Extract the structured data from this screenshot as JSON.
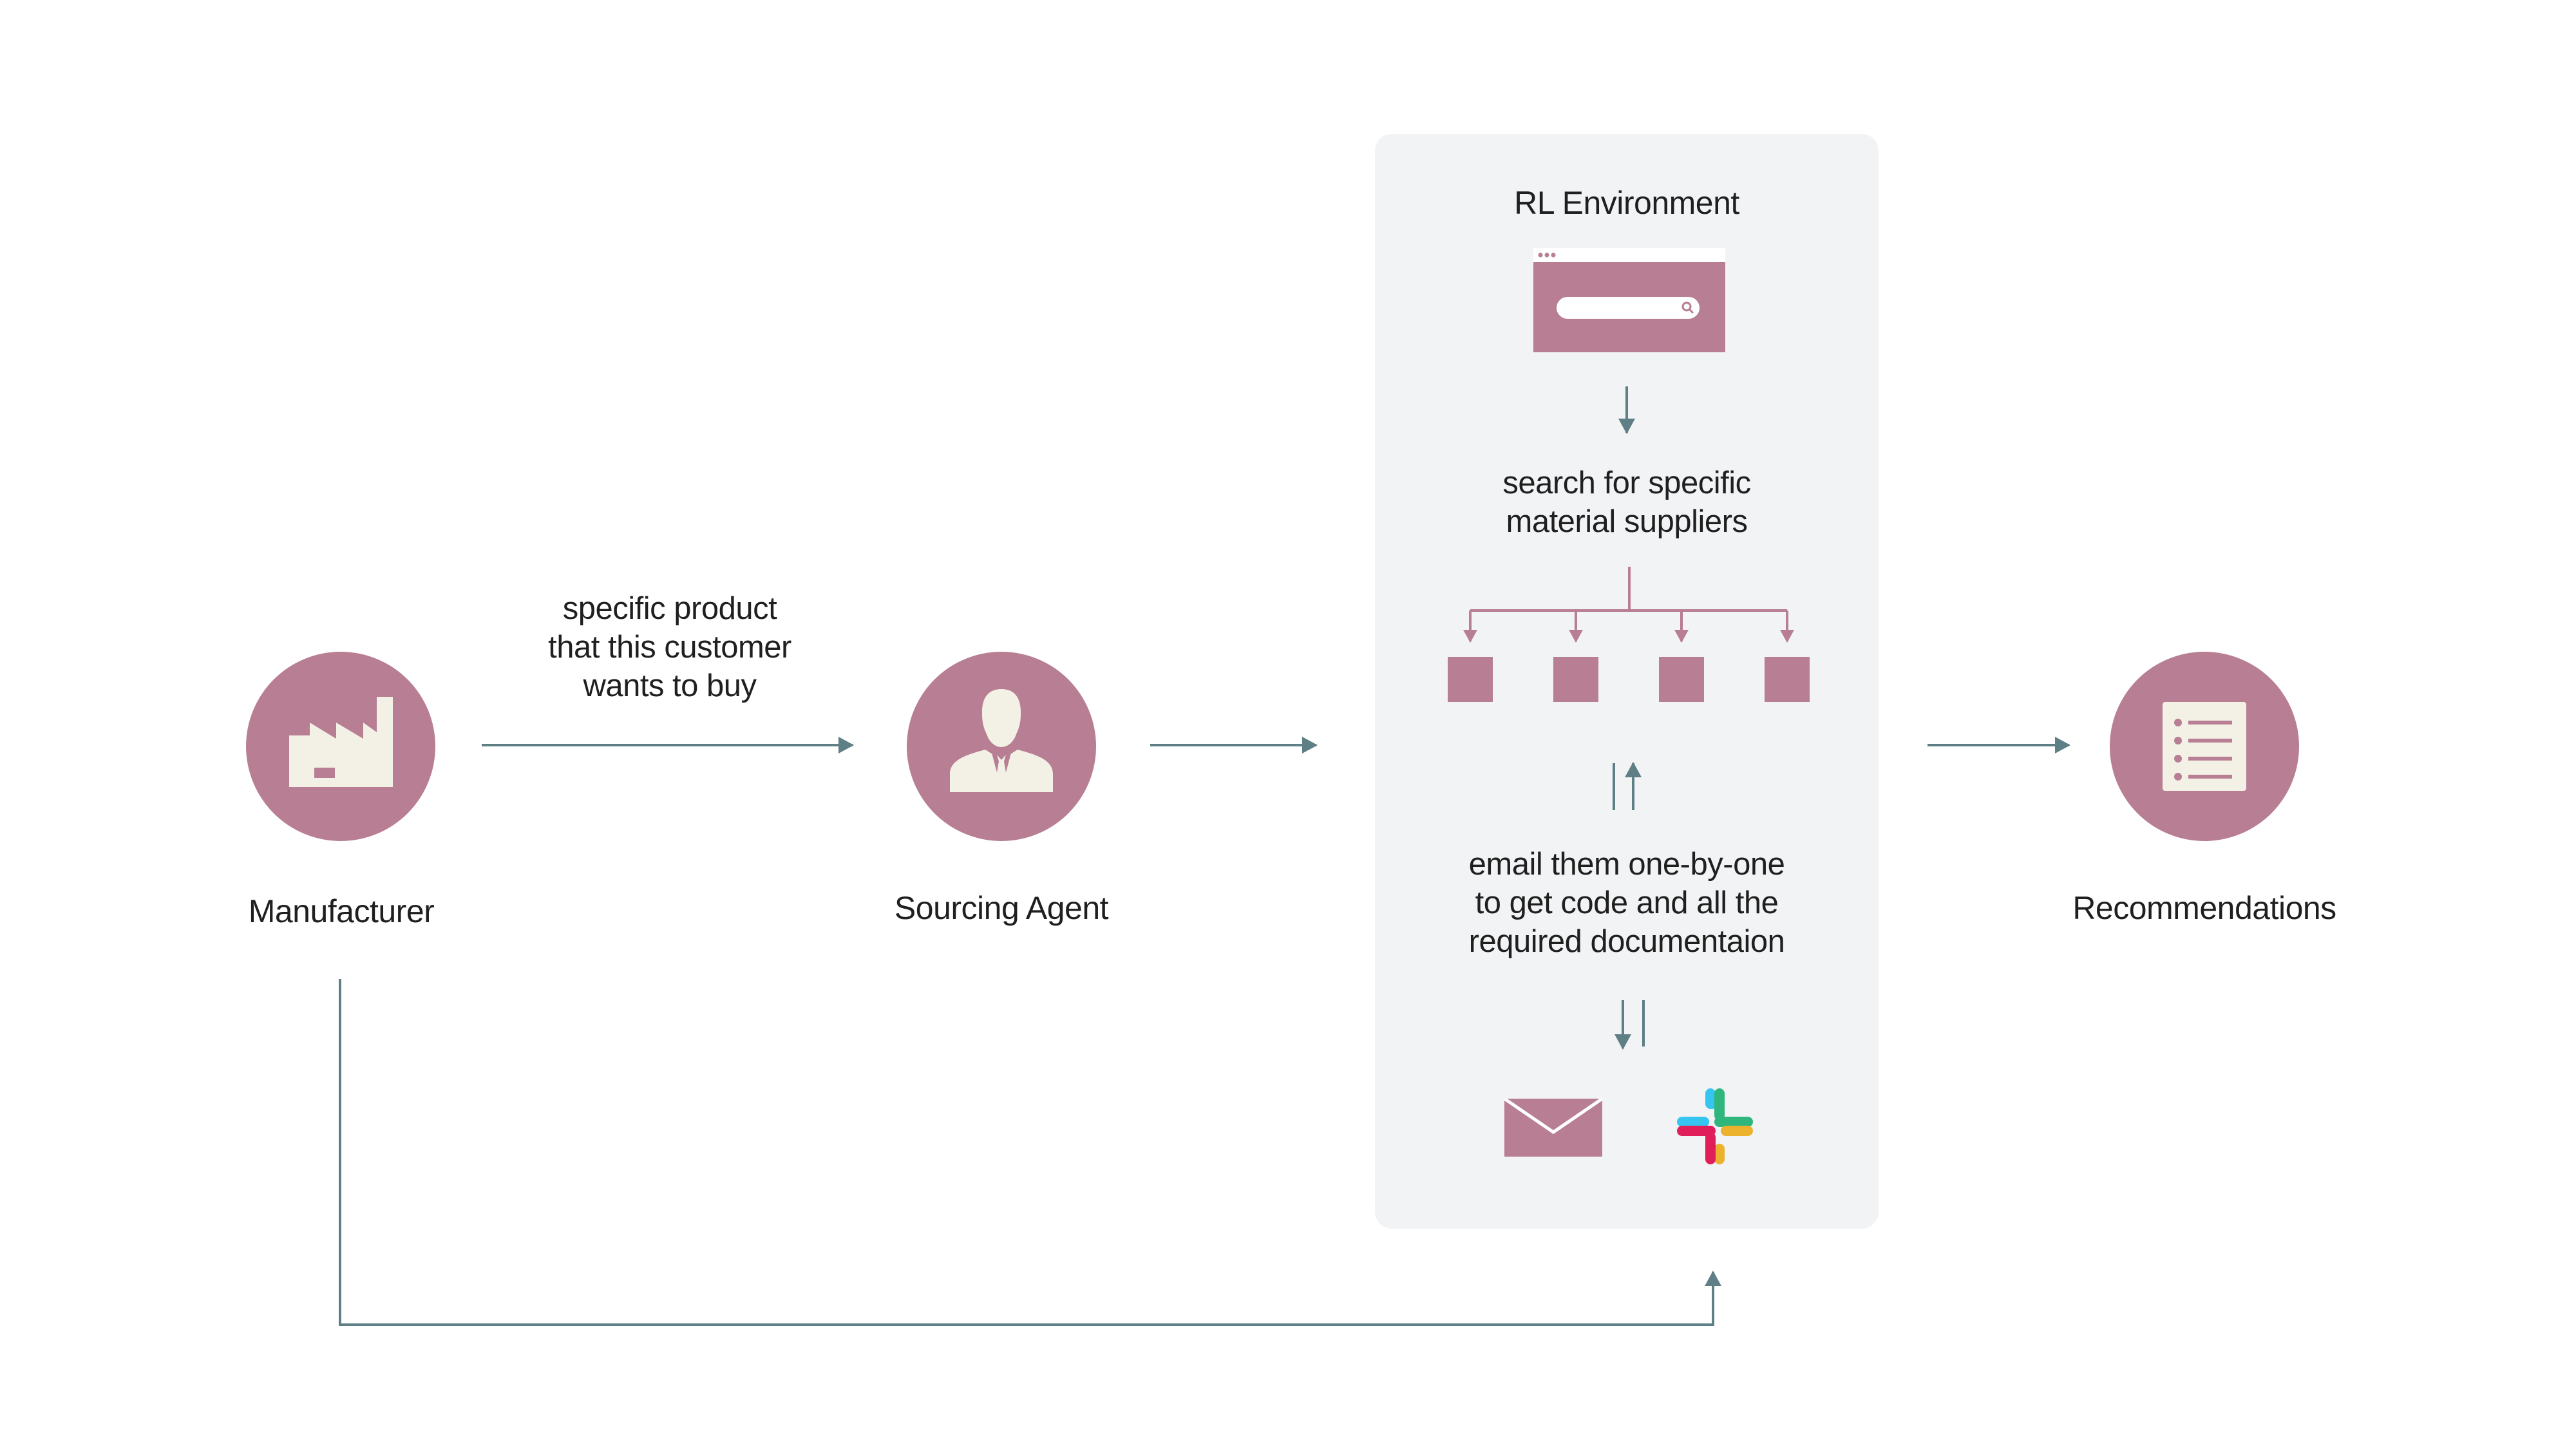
{
  "nodes": {
    "manufacturer": {
      "label": "Manufacturer",
      "icon": "factory-icon"
    },
    "sourcing_agent": {
      "label": "Sourcing Agent",
      "icon": "businessman-icon"
    },
    "recommendations": {
      "label": "Recommendations",
      "icon": "list-icon"
    }
  },
  "edges": {
    "manufacturer_to_agent": {
      "label": "specific product\nthat this customer\nwants to buy"
    }
  },
  "rl_environment": {
    "title": "RL Environment",
    "browser_icon": "browser-search-icon",
    "step_search": "search for specific\nmaterial suppliers",
    "supplier_count": 4,
    "step_email": "email them one-by-one\nto get code and all the\nrequired documentaion",
    "channels": [
      "email-icon",
      "slack-icon"
    ]
  },
  "colors": {
    "accent": "#b87e93",
    "arrow": "#5f7f86",
    "panel": "#f2f3f4",
    "icon_fill": "#f3f1e6"
  }
}
